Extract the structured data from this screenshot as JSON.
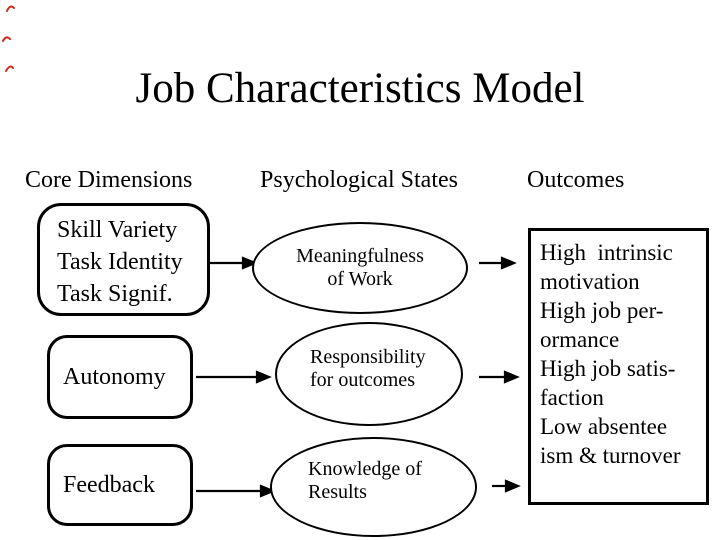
{
  "slide": {
    "title": "Job Characteristics Model",
    "background_color": "#ffffff",
    "ink_color": "#000000",
    "annotation_color": "#cc2b1d"
  },
  "headers": {
    "core_dimensions": "Core Dimensions",
    "psychological_states": "Psychological States",
    "outcomes": "Outcomes"
  },
  "core_dimensions": {
    "skill_box": {
      "lines": [
        "Skill Variety",
        "Task Identity",
        "Task Signif."
      ]
    },
    "autonomy_box": {
      "label": "Autonomy"
    },
    "feedback_box": {
      "label": "Feedback"
    }
  },
  "psychological_states": {
    "meaningfulness": {
      "line1": "Meaningfulness",
      "line2": "of Work"
    },
    "responsibility": {
      "line1": "Responsibility",
      "line2": "for outcomes"
    },
    "knowledge": {
      "line1": "Knowledge of",
      "line2": "Results"
    }
  },
  "outcomes": {
    "lines": [
      "High  intrinsic",
      "motivation",
      "High job per-",
      "ormance",
      "High job satis-",
      "faction",
      "Low absentee",
      "ism & turnover"
    ]
  }
}
